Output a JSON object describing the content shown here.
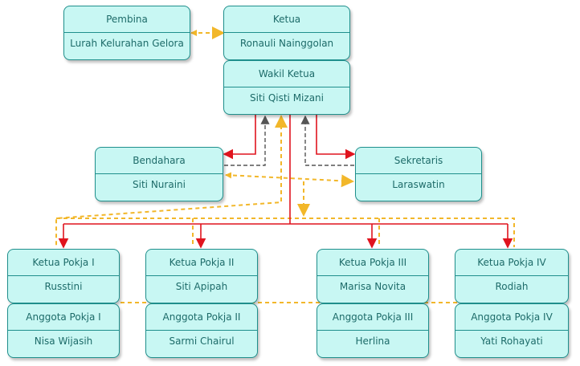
{
  "nodes": {
    "pembina": {
      "role": "Pembina",
      "name": "Lurah Kelurahan Gelora"
    },
    "ketua": {
      "role": "Ketua",
      "name": "Ronauli Nainggolan"
    },
    "wakil_ketua": {
      "role": "Wakil Ketua",
      "name": "Siti Qisti Mizani"
    },
    "bendahara": {
      "role": "Bendahara",
      "name": "Siti Nuraini"
    },
    "sekretaris": {
      "role": "Sekretaris",
      "name": "Laraswatin"
    },
    "ketua_pokja_1": {
      "role": "Ketua Pokja I",
      "name": "Russtini"
    },
    "ketua_pokja_2": {
      "role": "Ketua Pokja II",
      "name": "Siti Apipah"
    },
    "ketua_pokja_3": {
      "role": "Ketua Pokja III",
      "name": "Marisa Novita"
    },
    "ketua_pokja_4": {
      "role": "Ketua Pokja IV",
      "name": "Rodiah"
    },
    "anggota_pokja_1": {
      "role": "Anggota Pokja I",
      "name": "Nisa Wijasih"
    },
    "anggota_pokja_2": {
      "role": "Anggota Pokja II",
      "name": "Sarmi Chairul"
    },
    "anggota_pokja_3": {
      "role": "Anggota Pokja III",
      "name": "Herlina"
    },
    "anggota_pokja_4": {
      "role": "Anggota Pokja IV",
      "name": "Yati Rohayati"
    }
  },
  "colors": {
    "node_fill": "#c8f7f3",
    "node_border": "#1f8f8c",
    "text": "#1d6b69",
    "line_solid": "#e0141e",
    "line_dashed_yellow": "#f2b72a",
    "line_dashed_dark": "#555555"
  }
}
